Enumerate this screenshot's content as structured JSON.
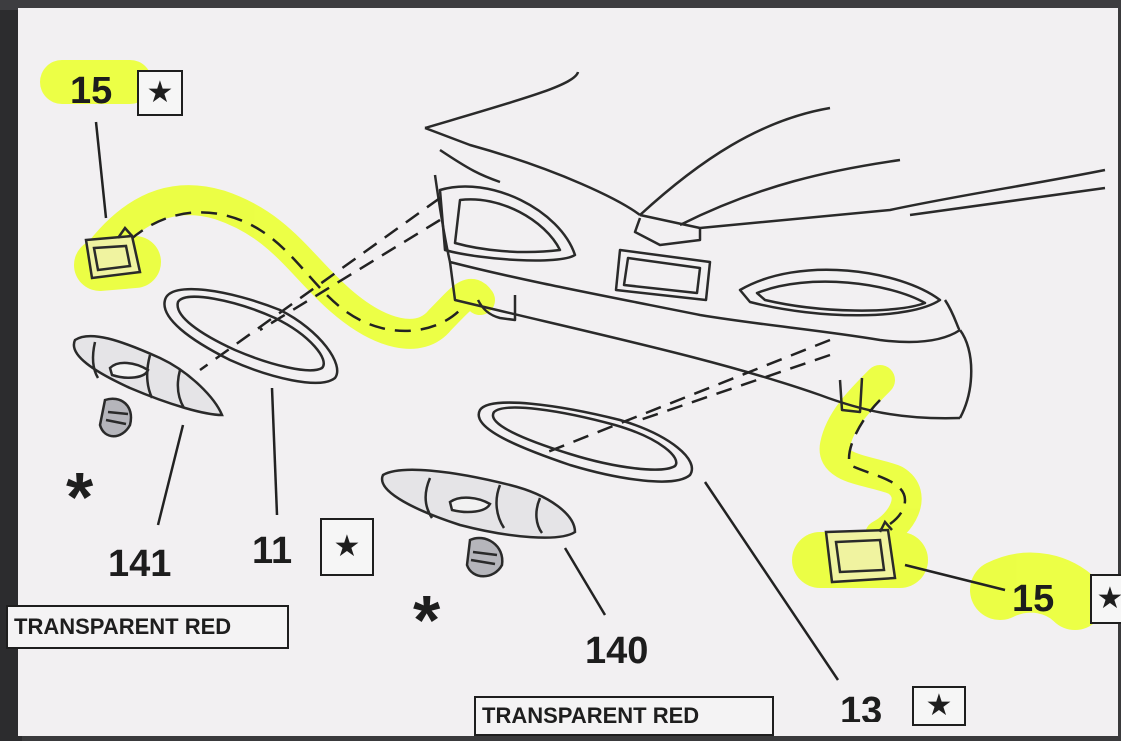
{
  "callouts": {
    "part_15_top": "15",
    "part_15_right": "15",
    "part_141": "141",
    "part_11": "11",
    "part_140": "140",
    "part_13": "13",
    "star_glyph": "★",
    "asterisk_left": "*",
    "asterisk_center": "*"
  },
  "color_labels": {
    "left": "TRANSPARENT RED",
    "bottom": "TRANSPARENT RED"
  },
  "colors": {
    "paper": "#f2f0f2",
    "ink": "#1e1e1e",
    "highlighter": "#e8ff3a"
  }
}
